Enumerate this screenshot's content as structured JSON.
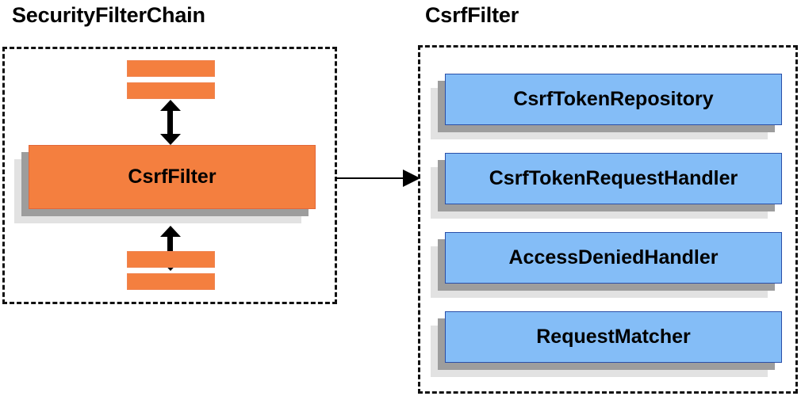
{
  "diagram": {
    "type": "architecture-block-diagram",
    "background_color": "#ffffff",
    "palette": {
      "orange_fill": "#f47f3f",
      "orange_border": "#e2673a",
      "blue_fill": "#84bdf7",
      "blue_border": "#2a4fa8",
      "shadow_dark": "#9d9d9d",
      "shadow_light": "#e2e2e2",
      "outline": "#111111",
      "text": "#000000"
    }
  },
  "panels": {
    "left": {
      "title": "SecurityFilterChain",
      "border_style": "dashed",
      "filters_above": [
        {
          "label": ""
        },
        {
          "label": ""
        }
      ],
      "highlighted_filter": {
        "label": "CsrfFilter"
      },
      "filters_below": [
        {
          "label": ""
        },
        {
          "label": ""
        }
      ]
    },
    "right": {
      "title": "CsrfFilter",
      "border_style": "dashed",
      "collaborators": [
        {
          "label": "CsrfTokenRepository"
        },
        {
          "label": "CsrfTokenRequestHandler"
        },
        {
          "label": "AccessDeniedHandler"
        },
        {
          "label": "RequestMatcher"
        }
      ]
    }
  },
  "connectors": {
    "chain_up": {
      "style": "double-headed-vertical"
    },
    "chain_down": {
      "style": "double-headed-vertical"
    },
    "expand": {
      "style": "single-headed-horizontal"
    }
  }
}
